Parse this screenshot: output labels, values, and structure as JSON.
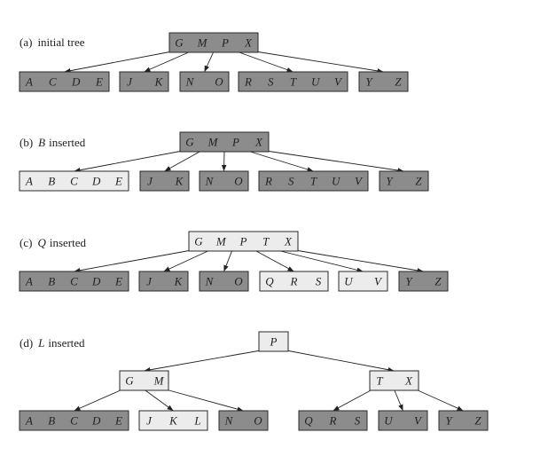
{
  "colors": {
    "old_node": "#8c8c8c",
    "new_node": "#ececec",
    "line": "#222222"
  },
  "panels": [
    {
      "caption": {
        "label": "(a)",
        "title": "initial tree",
        "var": ""
      },
      "nodes": [
        {
          "id": "a0",
          "keys": [
            "G",
            "M",
            "P",
            "X"
          ],
          "style": "old"
        },
        {
          "id": "a1",
          "keys": [
            "A",
            "C",
            "D",
            "E"
          ],
          "style": "old"
        },
        {
          "id": "a2",
          "keys": [
            "J",
            "K"
          ],
          "style": "old"
        },
        {
          "id": "a3",
          "keys": [
            "N",
            "O"
          ],
          "style": "old"
        },
        {
          "id": "a4",
          "keys": [
            "R",
            "S",
            "T",
            "U",
            "V"
          ],
          "style": "old"
        },
        {
          "id": "a5",
          "keys": [
            "Y",
            "Z"
          ],
          "style": "old"
        }
      ],
      "edges": [
        [
          "a0",
          "a1"
        ],
        [
          "a0",
          "a2"
        ],
        [
          "a0",
          "a3"
        ],
        [
          "a0",
          "a4"
        ],
        [
          "a0",
          "a5"
        ]
      ]
    },
    {
      "caption": {
        "label": "(b)",
        "title": "inserted",
        "var": "B"
      },
      "nodes": [
        {
          "id": "b0",
          "keys": [
            "G",
            "M",
            "P",
            "X"
          ],
          "style": "old"
        },
        {
          "id": "b1",
          "keys": [
            "A",
            "B",
            "C",
            "D",
            "E"
          ],
          "style": "new"
        },
        {
          "id": "b2",
          "keys": [
            "J",
            "K"
          ],
          "style": "old"
        },
        {
          "id": "b3",
          "keys": [
            "N",
            "O"
          ],
          "style": "old"
        },
        {
          "id": "b4",
          "keys": [
            "R",
            "S",
            "T",
            "U",
            "V"
          ],
          "style": "old"
        },
        {
          "id": "b5",
          "keys": [
            "Y",
            "Z"
          ],
          "style": "old"
        }
      ],
      "edges": [
        [
          "b0",
          "b1"
        ],
        [
          "b0",
          "b2"
        ],
        [
          "b0",
          "b3"
        ],
        [
          "b0",
          "b4"
        ],
        [
          "b0",
          "b5"
        ]
      ]
    },
    {
      "caption": {
        "label": "(c)",
        "title": "inserted",
        "var": "Q"
      },
      "nodes": [
        {
          "id": "c0",
          "keys": [
            "G",
            "M",
            "P",
            "T",
            "X"
          ],
          "style": "new"
        },
        {
          "id": "c1",
          "keys": [
            "A",
            "B",
            "C",
            "D",
            "E"
          ],
          "style": "old"
        },
        {
          "id": "c2",
          "keys": [
            "J",
            "K"
          ],
          "style": "old"
        },
        {
          "id": "c3",
          "keys": [
            "N",
            "O"
          ],
          "style": "old"
        },
        {
          "id": "c4",
          "keys": [
            "Q",
            "R",
            "S"
          ],
          "style": "new"
        },
        {
          "id": "c5",
          "keys": [
            "U",
            "V"
          ],
          "style": "new"
        },
        {
          "id": "c6",
          "keys": [
            "Y",
            "Z"
          ],
          "style": "old"
        }
      ],
      "edges": [
        [
          "c0",
          "c1"
        ],
        [
          "c0",
          "c2"
        ],
        [
          "c0",
          "c3"
        ],
        [
          "c0",
          "c4"
        ],
        [
          "c0",
          "c5"
        ],
        [
          "c0",
          "c6"
        ]
      ]
    },
    {
      "caption": {
        "label": "(d)",
        "title": "inserted",
        "var": "L"
      },
      "nodes": [
        {
          "id": "d0",
          "keys": [
            "P"
          ],
          "style": "new"
        },
        {
          "id": "d1",
          "keys": [
            "G",
            "M"
          ],
          "style": "new"
        },
        {
          "id": "d2",
          "keys": [
            "T",
            "X"
          ],
          "style": "new"
        },
        {
          "id": "d3",
          "keys": [
            "A",
            "B",
            "C",
            "D",
            "E"
          ],
          "style": "old"
        },
        {
          "id": "d4",
          "keys": [
            "J",
            "K",
            "L"
          ],
          "style": "new"
        },
        {
          "id": "d5",
          "keys": [
            "N",
            "O"
          ],
          "style": "old"
        },
        {
          "id": "d6",
          "keys": [
            "Q",
            "R",
            "S"
          ],
          "style": "old"
        },
        {
          "id": "d7",
          "keys": [
            "U",
            "V"
          ],
          "style": "old"
        },
        {
          "id": "d8",
          "keys": [
            "Y",
            "Z"
          ],
          "style": "old"
        }
      ],
      "edges": [
        [
          "d0",
          "d1"
        ],
        [
          "d0",
          "d2"
        ],
        [
          "d1",
          "d3"
        ],
        [
          "d1",
          "d4"
        ],
        [
          "d1",
          "d5"
        ],
        [
          "d2",
          "d6"
        ],
        [
          "d2",
          "d7"
        ],
        [
          "d2",
          "d8"
        ]
      ]
    }
  ]
}
